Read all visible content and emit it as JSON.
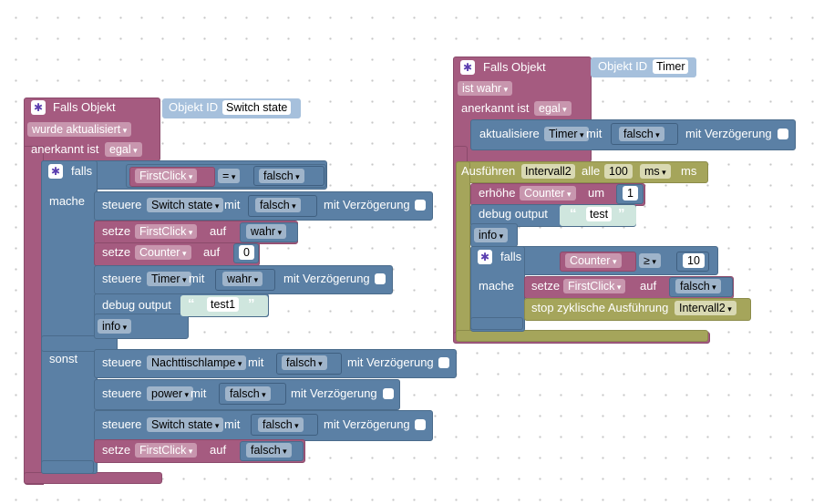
{
  "left_script": {
    "trigger": {
      "title": "Falls Objekt",
      "object_id_label": "Objekt ID",
      "object_id_value": "Switch state",
      "change_option": "wurde aktualisiert",
      "ack_label": "anerkannt ist",
      "ack_option": "egal"
    },
    "if_block": {
      "falls": "falls",
      "var_name": "FirstClick",
      "operator": "=",
      "compare_value": "falsch",
      "then_label": "mache",
      "else_label": "sonst"
    },
    "then_statements": [
      {
        "verb": "steuere",
        "target": "Switch state",
        "with": "mit",
        "value": "falsch",
        "delay": "mit Verzögerung"
      },
      {
        "verb": "setze",
        "target": "FirstClick",
        "to": "auf",
        "value": "wahr"
      },
      {
        "verb": "setze",
        "target": "Counter",
        "to": "auf",
        "value": "0"
      },
      {
        "verb": "steuere",
        "target": "Timer",
        "with": "mit",
        "value": "wahr",
        "delay": "mit Verzögerung"
      },
      {
        "verb": "debug output",
        "text": "test1",
        "level": "info"
      }
    ],
    "else_statements": [
      {
        "verb": "steuere",
        "target": "Nachttischlampe",
        "with": "mit",
        "value": "falsch",
        "delay": "mit Verzögerung"
      },
      {
        "verb": "steuere",
        "target": "power",
        "with": "mit",
        "value": "falsch",
        "delay": "mit Verzögerung"
      },
      {
        "verb": "steuere",
        "target": "Switch state",
        "with": "mit",
        "value": "falsch",
        "delay": "mit Verzögerung"
      },
      {
        "verb": "setze",
        "target": "FirstClick",
        "to": "auf",
        "value": "falsch"
      }
    ]
  },
  "right_script": {
    "trigger": {
      "title": "Falls Objekt",
      "object_id_label": "Objekt ID",
      "object_id_value": "Timer",
      "change_option": "ist wahr",
      "ack_label": "anerkannt ist",
      "ack_option": "egal"
    },
    "update": {
      "verb": "aktualisiere",
      "target": "Timer",
      "with": "mit",
      "value": "falsch",
      "delay": "mit Verzögerung"
    },
    "interval": {
      "verb": "Ausführen",
      "name": "Intervall2",
      "every": "alle",
      "amount": "100",
      "unit_option": "ms",
      "unit": "ms"
    },
    "increment": {
      "verb": "erhöhe",
      "target": "Counter",
      "by": "um",
      "value": "1"
    },
    "debug": {
      "verb": "debug output",
      "text": "test",
      "level": "info"
    },
    "if_block": {
      "falls": "falls",
      "var_name": "Counter",
      "operator": "≥",
      "compare_value": "10",
      "then_label": "mache"
    },
    "then_statements": [
      {
        "verb": "setze",
        "target": "FirstClick",
        "to": "auf",
        "value": "falsch"
      },
      {
        "verb": "stop zyklische Ausführung",
        "target": "Intervall2"
      }
    ]
  },
  "colors": {
    "event": "#a55b80",
    "control": "#5b80a5",
    "timer": "#a5a55b",
    "text": "#5ba58c"
  }
}
